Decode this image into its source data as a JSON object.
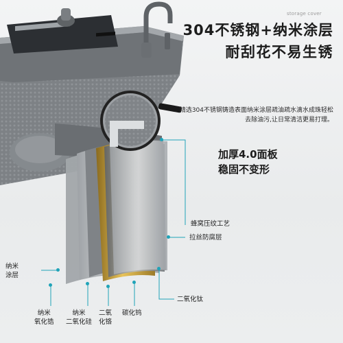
{
  "watermark": "storage cover",
  "headline": {
    "line1": "304不锈钢+纳米涂层",
    "line2": "耐刮花不易生锈"
  },
  "description": {
    "line1": "精选304不锈钢铸造表面纳米涂层疏油疏水滴水成珠轻松",
    "line2": "去除油污,让日常清洁更易打理。"
  },
  "feature": {
    "line1": "加厚4.0面板",
    "line2": "稳固不变形"
  },
  "layers": {
    "honeycomb": "蜂窝压纹工艺",
    "brushed": "拉丝防腐层",
    "titanium_dioxide": "二氧化钛",
    "nano_coating_left": "纳米\n涂层",
    "nano_zirconia": "纳米\n氧化锆",
    "nano_silicon": "纳米\n二氧化硅",
    "chromium_oxide": "二氧\n化铬",
    "tungsten_carbide": "碳化钨"
  },
  "accent_colors": {
    "leader_line": "#1fa3b8",
    "gold_layer": "#c9a23a",
    "steel": "#8e9296"
  }
}
